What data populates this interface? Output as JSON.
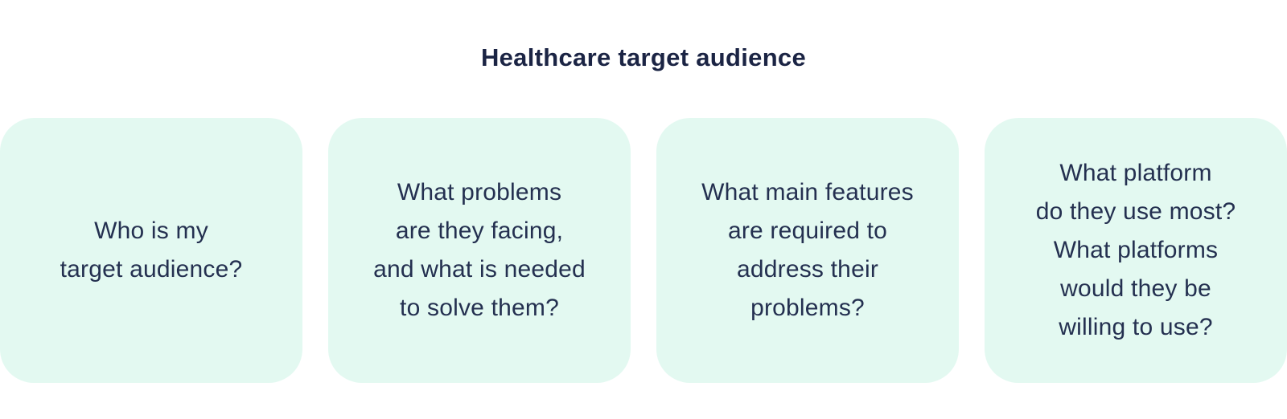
{
  "title": "Healthcare target audience",
  "colors": {
    "page_bg": "#ffffff",
    "card_bg": "#e3f9f1",
    "title_text": "#1b2444",
    "body_text": "#243050"
  },
  "cards": [
    {
      "lines": [
        "Who is my",
        "target audience?"
      ]
    },
    {
      "lines": [
        "What problems",
        "are they facing,",
        "and what is needed",
        "to solve them?"
      ]
    },
    {
      "lines": [
        "What main features",
        "are required to",
        "address their",
        "problems?"
      ]
    },
    {
      "lines": [
        "What platform",
        "do they use most?",
        "What platforms",
        "would they be",
        "willing to use?"
      ]
    }
  ]
}
